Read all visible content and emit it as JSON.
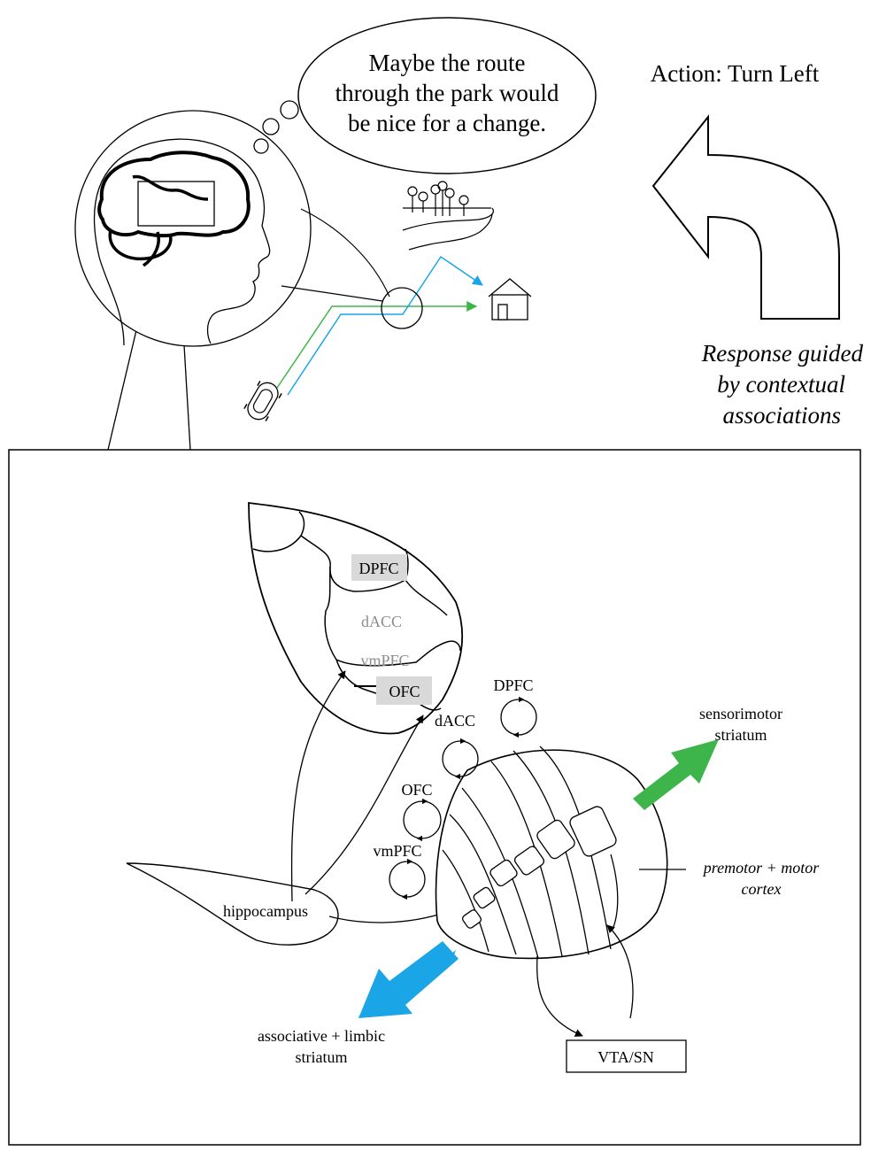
{
  "thought": {
    "line1": "Maybe the route",
    "line2": "through the park would",
    "line3": "be nice for a change."
  },
  "action": {
    "label": "Action: Turn Left"
  },
  "response": {
    "line1": "Response guided",
    "line2": "by contextual",
    "line3": "associations"
  },
  "pfc_regions": {
    "dpfc": "DPFC",
    "dacc": "dACC",
    "vmpfc": "vmPFC",
    "ofc": "OFC"
  },
  "loops": {
    "dpfc": "DPFC",
    "dacc": "dACC",
    "ofc": "OFC",
    "vmpfc": "vmPFC"
  },
  "labels": {
    "hippocampus": "hippocampus",
    "sensorimotor_1": "sensorimotor",
    "sensorimotor_2": "striatum",
    "premotor_1": "premotor + motor",
    "premotor_2": "cortex",
    "assoc_1": "associative + limbic",
    "assoc_2": "striatum",
    "vta": "VTA/SN"
  },
  "colors": {
    "green": "#3db54a",
    "blue": "#1aa6e6",
    "highlight": "#d9d9d9"
  }
}
